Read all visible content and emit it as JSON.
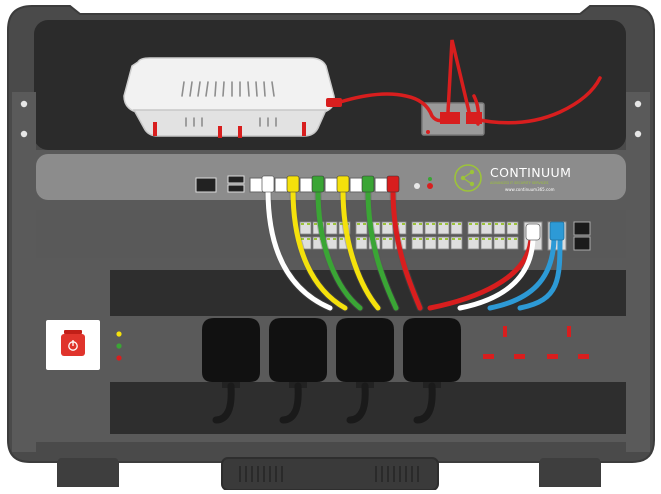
{
  "brand": {
    "name": "CONTINUUM",
    "tagline": "ADVANCED IT SECURITY SERVICES",
    "url": "www.continuum365.com"
  },
  "colors": {
    "rack_body": "#4a4a4a",
    "rack_dark": "#2b2b2b",
    "panel": "#5c5c5c",
    "switch_face": "#8c8c8c",
    "cable_white": "#ffffff",
    "cable_yellow": "#f4e10c",
    "cable_green": "#3aa535",
    "cable_red": "#d81e1e",
    "cable_blue": "#2d9ad6",
    "brand_green": "#9cc33a",
    "plug_black": "#111111"
  },
  "cables_top_row": [
    "white",
    "yellow",
    "green",
    "yellow",
    "green",
    "red"
  ],
  "cables_right": [
    "red",
    "white",
    "blue",
    "blue"
  ],
  "pdu": {
    "plug_count": 4,
    "empty_socket_count": 2,
    "status_leds": [
      "yellow",
      "green",
      "red"
    ]
  },
  "icons": {
    "power_switch": "power-icon",
    "share_logo": "share-icon"
  }
}
